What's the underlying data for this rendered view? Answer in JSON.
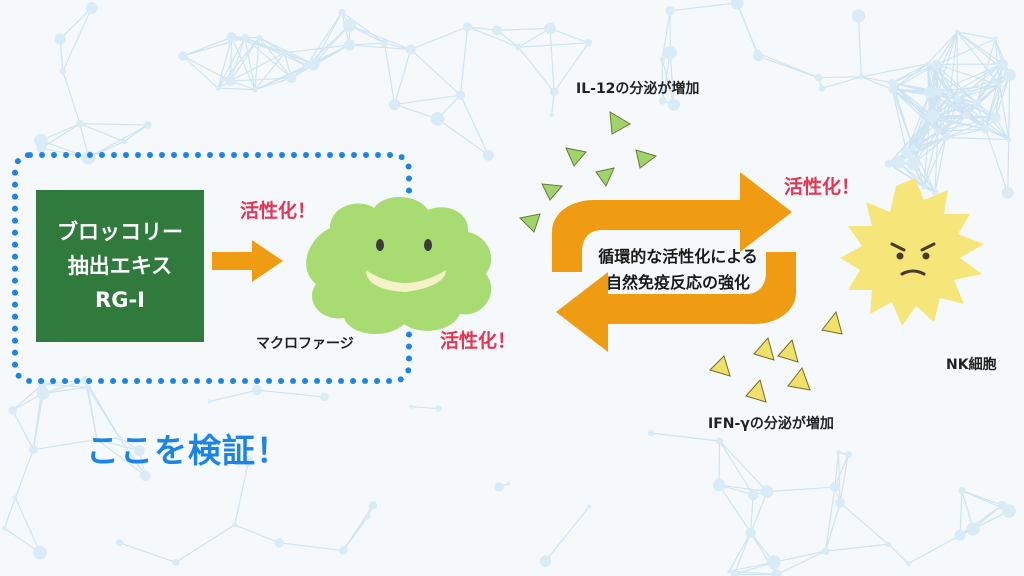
{
  "product": {
    "line1": "ブロッコリー",
    "line2": "抽出エキス",
    "line3": "RG-I"
  },
  "labels": {
    "activation_macrophage": "活性化！",
    "activation_right": "活性化！",
    "activation_left": "活性化！",
    "macrophage": "マクロファージ",
    "nk_cell": "NK細胞",
    "il12": "IL-12の分泌が増加",
    "ifn": "IFN-γの分泌が増加",
    "cycle_line1": "循環的な活性化による",
    "cycle_line2": "自然免疫反応の強化",
    "verify": "ここを検証！"
  },
  "colors": {
    "frame_blue": "#1a84e8",
    "product_green": "#2f7a3c",
    "arrow_orange": "#f09c12",
    "activation_red": "#e53552",
    "macrophage_green": "#a8dc73",
    "nk_yellow": "#f6e67a",
    "il12_triangle": "#9ed46a",
    "ifn_triangle": "#efe06a"
  }
}
